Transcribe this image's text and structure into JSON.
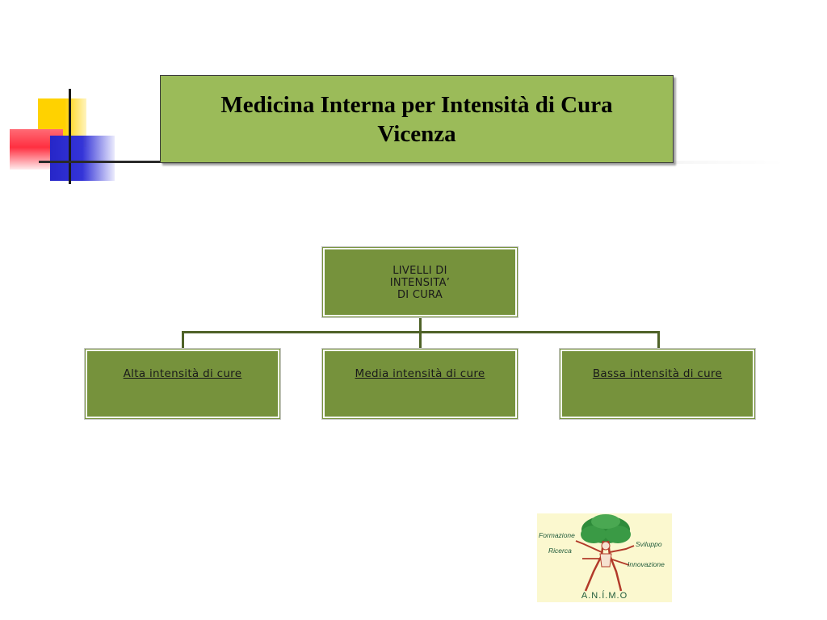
{
  "slide": {
    "title_line1": "Medicina Interna per Intensità di Cura",
    "title_line2": "Vicenza"
  },
  "diagram": {
    "root": {
      "line1": "LIVELLI DI",
      "line2": "INTENSITA’",
      "line3": "DI CURA"
    },
    "children": [
      {
        "label": "Alta intensità di cure"
      },
      {
        "label": "Media intensità di cure"
      },
      {
        "label": "Bassa intensità di cure"
      }
    ]
  },
  "logo": {
    "words": [
      "Formazione",
      "Ricerca",
      "Sviluppo",
      "Innovazione"
    ],
    "brand": "A.N.Í.M.O"
  },
  "colors": {
    "title_fill": "#9bbb59",
    "node_fill": "#76923c",
    "connector": "#4f6228",
    "logo_bg": "#fbf8cf"
  }
}
